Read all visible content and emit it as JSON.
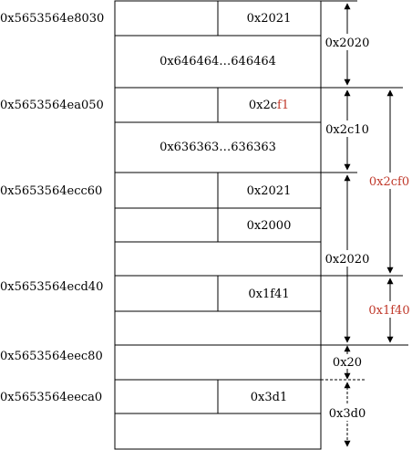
{
  "addresses": [
    "0x5653564e8030",
    "0x5653564ea050",
    "0x5653564ecc60",
    "0x5653564ecd40",
    "0x5653564eec80",
    "0x5653564eeca0"
  ],
  "cells": {
    "size_2021_a": "0x2021",
    "fill_646464": "0x646464…646464",
    "size_2cf1_prefix": "0x2c",
    "size_2cf1_suffix": "f1",
    "fill_636363": "0x636363…636363",
    "size_2021_b": "0x2021",
    "size_2000": "0x2000",
    "size_1f41": "0x1f41",
    "size_3d1": "0x3d1"
  },
  "spans": {
    "s_2020_top": "0x2020",
    "s_2c10": "0x2c10",
    "s_2020_mid": "0x2020",
    "s_20": "0x20",
    "s_3d0": "0x3d0",
    "s_2cf0": "0x2cf0",
    "s_1f40": "0x1f40"
  },
  "colors": {
    "line": "#000000",
    "text": "#000000",
    "highlight": "#c0392b"
  }
}
